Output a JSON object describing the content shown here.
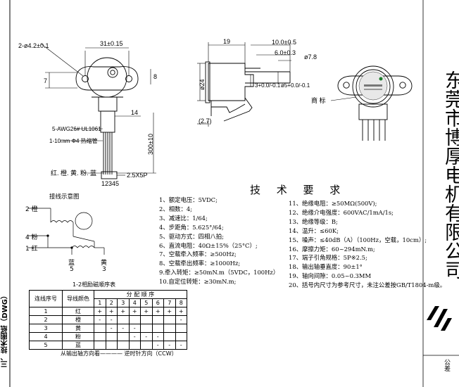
{
  "dims": {
    "hole": "2-ø4.2±0.1",
    "width31": "31±0.15",
    "dim7": "7",
    "dim8": "8",
    "dim14": "14",
    "wire300": "300±10",
    "dim19": "19",
    "dim10": "10.0±0.5",
    "dim6": "6.0±0.3",
    "dim78": "ø7.8",
    "dia24": "ø24",
    "dim27": "(2.7)",
    "dim3": "3+0.0/-0.1",
    "dim5": "ø5+0.0/-0.1",
    "brand": "商 标",
    "wire_spec1": "5-AWG26# UL1061",
    "wire_spec2": "1-10mm Φ4 热缩管",
    "colors_note": "红. 橙. 黄. 粉. 蓝",
    "connector": "2.5X5P",
    "pins": "12345"
  },
  "wiring": {
    "title": "接线示意图",
    "labels": {
      "orange": "2 橙",
      "pink": "4 粉",
      "red": "1 红",
      "blue": "蓝",
      "blue_n": "5",
      "yellow": "黄",
      "yellow_n": "3"
    },
    "caption": "1-2相励磁顺序表"
  },
  "req_title": "技 术 要 求",
  "requirements_left": [
    "1、额定电压：5VDC;",
    "2、相数：4;",
    "3、减速比：1/64;",
    "4、步距角：5.625°/64;",
    "5、驱动方式：四相八拍;",
    "6、直流电阻：40Ω±15%（25°C）;",
    "7、空载牵入频率：≥500Hz;",
    "8、空载牵出频率：≥1000Hz;",
    "9.牵入转矩：≥50mN.m（5VDC，100Hz）",
    "10.自定位转矩：≥30mN.m;"
  ],
  "requirements_right": [
    "11、绝缘电阻：≥50MΩ(500V);",
    "12、绝缘介电强度：600VAC/1mA/1s;",
    "13、绝缘等级：B;",
    "14、温升：≤60K;",
    "15、噪声：≤40dB（A）（100Hz，空载，10cm）;",
    "16、摩擦力矩：60~294mN.m;",
    "17、端子引角规格：5P※2.5;",
    "18、输出轴垂直度：90±1°",
    "19、轴向间隙：0.05~0.3MM",
    "20、括号内尺寸为参考尺寸，未注公差按GB/T1804-m级。"
  ],
  "sequence_table": {
    "head_group": "分 配 顺 序",
    "col_lead": "连线序号",
    "col_color": "导线颜色",
    "steps": [
      "1",
      "2",
      "3",
      "4",
      "5",
      "6",
      "7",
      "8"
    ],
    "rows": [
      {
        "no": "1",
        "color": "红",
        "cells": [
          "+",
          "+",
          "+",
          "+",
          "+",
          "+",
          "+",
          "+"
        ]
      },
      {
        "no": "2",
        "color": "橙",
        "cells": [
          "-",
          "-",
          "",
          "",
          "",
          "",
          "",
          "-"
        ]
      },
      {
        "no": "3",
        "color": "黄",
        "cells": [
          "",
          "-",
          "-",
          "-",
          "",
          "",
          "",
          ""
        ]
      },
      {
        "no": "4",
        "color": "粉",
        "cells": [
          "",
          "",
          "",
          "-",
          "-",
          "-",
          "",
          ""
        ]
      },
      {
        "no": "5",
        "color": "蓝",
        "cells": [
          "",
          "",
          "",
          "",
          "",
          "-",
          "-",
          "-"
        ]
      }
    ]
  },
  "direction_note": "从输出轴方向看———— 逆时针方向（CCW）",
  "company": "东莞市博厚电机有限公司",
  "left_tag": "三、技术图纸（DWG）",
  "tolerance": "公差"
}
